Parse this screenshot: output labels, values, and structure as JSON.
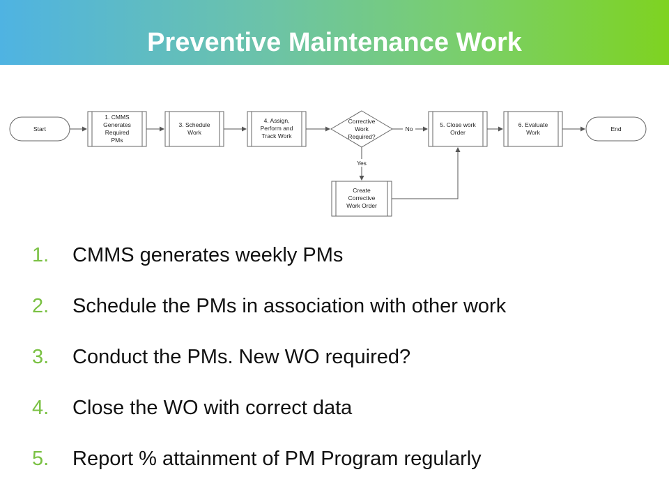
{
  "slide": {
    "title": "Preventive Maintenance Work"
  },
  "flowchart": {
    "start": "Start",
    "end": "End",
    "step1": [
      "1. CMMS",
      "Generates",
      "Required",
      "PMs"
    ],
    "step3": [
      "3. Schedule",
      "Work"
    ],
    "step4": [
      "4. Assign,",
      "Perform and",
      "Track Work"
    ],
    "decision": [
      "Corrective",
      "Work",
      "Required?"
    ],
    "step5": [
      "5. Close work",
      "Order"
    ],
    "step6": [
      "6. Evaluate",
      "Work"
    ],
    "corrective": [
      "Create",
      "Corrective",
      "Work Order"
    ],
    "label_no": "No",
    "label_yes": "Yes"
  },
  "steps": [
    {
      "num": "1.",
      "text": "CMMS generates weekly PMs"
    },
    {
      "num": "2.",
      "text": "Schedule the PMs in association with other work"
    },
    {
      "num": "3.",
      "text": "Conduct the PMs.  New WO required?"
    },
    {
      "num": "4.",
      "text": "Close the WO with correct data"
    },
    {
      "num": "5.",
      "text": "Report % attainment of PM Program regularly"
    }
  ],
  "colors": {
    "accent_green": "#7ac143",
    "title_gradient_start": "#4fb3e2",
    "title_gradient_end": "#7ed321"
  }
}
